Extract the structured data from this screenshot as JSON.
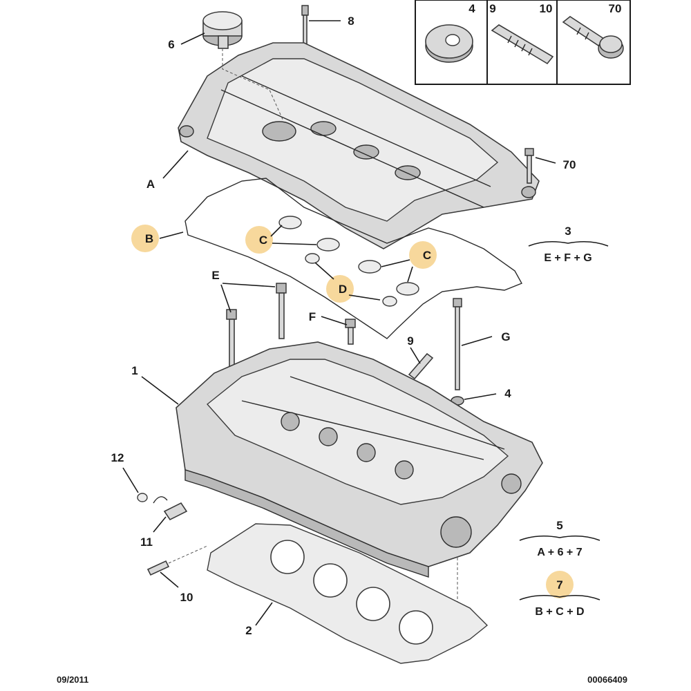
{
  "labels": {
    "part_6": "6",
    "part_8": "8",
    "part_A": "A",
    "part_70_side": "70",
    "part_B": "B",
    "part_C_left": "C",
    "part_C_right": "C",
    "part_D": "D",
    "part_E": "E",
    "part_F": "F",
    "part_9": "9",
    "part_G": "G",
    "part_4": "4",
    "part_1": "1",
    "part_12": "12",
    "part_11": "11",
    "part_10": "10",
    "part_2": "2"
  },
  "inset": {
    "items": [
      {
        "number": "4"
      },
      {
        "number": "9"
      },
      {
        "number": "10"
      },
      {
        "number": "70"
      }
    ]
  },
  "kits": [
    {
      "kit": "3",
      "contents": "E + F + G"
    },
    {
      "kit": "5",
      "contents": "A + 6 + 7"
    },
    {
      "kit": "7",
      "contents": "B + C + D"
    }
  ],
  "footer": {
    "date": "09/2011",
    "reference": "00066409"
  },
  "colors": {
    "highlight": "#f7d89c",
    "ink": "#1a1a1a",
    "metal": "#d9d9d9"
  }
}
